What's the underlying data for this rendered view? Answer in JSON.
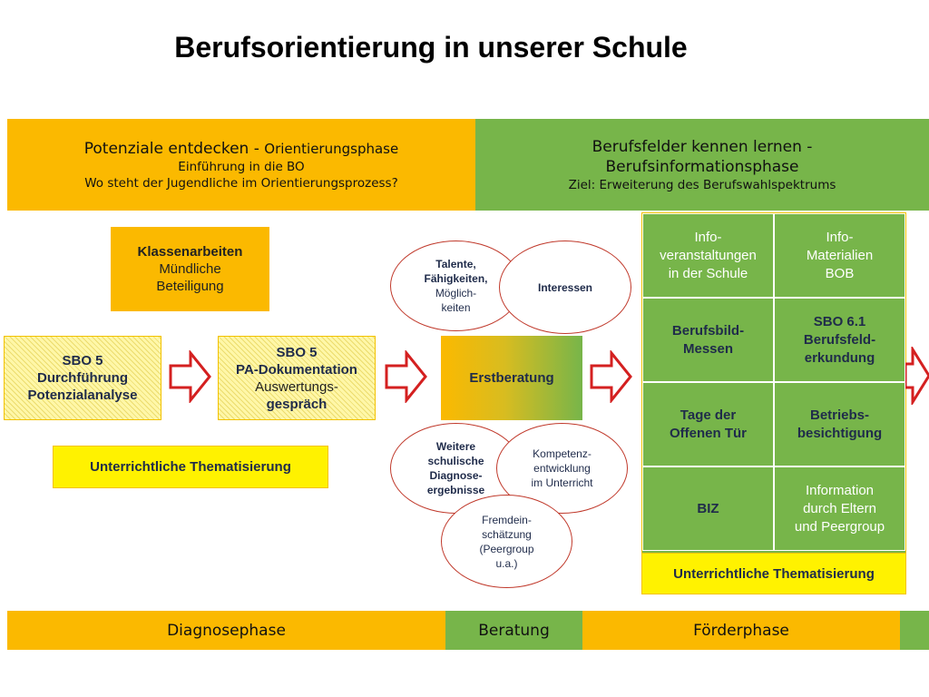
{
  "title": "Berufsorientierung in unserer Schule",
  "colors": {
    "orange": "#fbb900",
    "green": "#77b54a",
    "yellow": "#fff200",
    "red": "#d42020"
  },
  "header_left": {
    "line1_a": "Potenziale entdecken - ",
    "line1_b": "Orientierungsphase",
    "line2": "Einführung in die BO",
    "line3": "Wo steht der Jugendliche im Orientierungsprozess?"
  },
  "header_right": {
    "line1": "Berufsfelder kennen lernen -",
    "line2": "Berufsinformationsphase",
    "line3": "Ziel: Erweiterung des Berufswahlspektrums"
  },
  "klassenarbeiten": {
    "line1": "Klassenarbeiten",
    "line2": "Mündliche",
    "line3": "Beteiligung"
  },
  "sbo5_a": {
    "line1": "SBO 5",
    "line2": "Durchführung",
    "line3": "Potenzialanalyse"
  },
  "sbo5_b": {
    "line1": "SBO 5",
    "line2": "PA-Dokumentation",
    "line3": "Auswertungs-",
    "line4": "gespräch"
  },
  "unterricht_left": "Unterrichtliche Thematisierung",
  "erstberatung": "Erstberatung",
  "ovals": {
    "talente": {
      "l1": "Talente,",
      "l2": "Fähigkeiten,",
      "l3": "Möglich-",
      "l4": "keiten"
    },
    "interessen": "Interessen",
    "weitere": {
      "l1": "Weitere",
      "l2": "schulische",
      "l3": "Diagnose-",
      "l4": "ergebnisse"
    },
    "kompetenz": {
      "l1": "Kompetenz-",
      "l2": "entwicklung",
      "l3": "im Unterricht"
    },
    "fremd": {
      "l1": "Fremdein-",
      "l2": "schätzung",
      "l3": "(Peergroup",
      "l4": "u.a.)"
    }
  },
  "grid": {
    "info_schule": {
      "l1": "Info-",
      "l2": "veranstaltungen",
      "l3": "in der Schule"
    },
    "info_bob": {
      "l1": "Info-",
      "l2": "Materialien",
      "l3": "BOB"
    },
    "messen": {
      "l1": "Berufsbild-",
      "l2": "Messen"
    },
    "sbo61": {
      "l1": "SBO 6.1",
      "l2": "Berufsfeld-",
      "l3": "erkundung"
    },
    "tage": {
      "l1": "Tage der",
      "l2": "Offenen Tür"
    },
    "betrieb": {
      "l1": "Betriebs-",
      "l2": "besichtigung"
    },
    "biz": "BIZ",
    "eltern": {
      "l1": "Information",
      "l2": "durch Eltern",
      "l3": "und Peergroup"
    }
  },
  "unterricht_right": "Unterrichtliche Thematisierung",
  "bottom": {
    "diagnose": "Diagnosephase",
    "beratung": "Beratung",
    "foerder": "Förderphase"
  }
}
